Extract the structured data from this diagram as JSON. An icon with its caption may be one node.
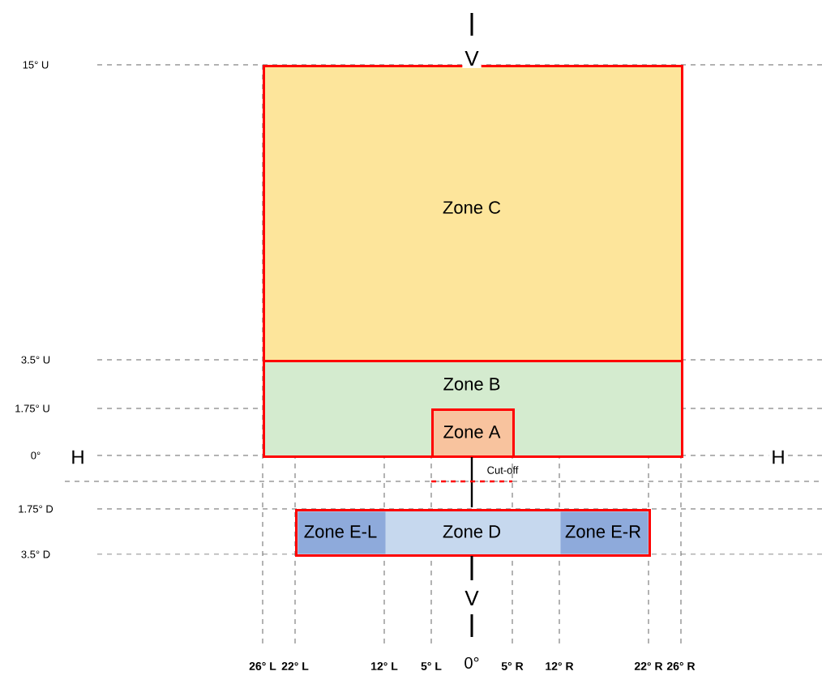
{
  "diagram": {
    "nodes": [
      {
        "text": [
          "Zone C"
        ]
      },
      {
        "text": [
          "Zone B"
        ]
      },
      {
        "text": [
          "Zone A"
        ],
        "in": 1
      },
      {
        "text": [
          "Zone D"
        ]
      },
      {
        "text": [
          "Zone E-L"
        ],
        "in": 3
      },
      {
        "text": [
          "Zone E-R"
        ],
        "in": 3
      }
    ],
    "labels": [
      "V",
      "15° U",
      "3.5° U",
      "1.75° U",
      "0°",
      "H",
      "H",
      "Cut-off",
      "1.75° D",
      "3.5° D",
      "V",
      "26° L",
      "22° L",
      "12° L",
      "5° L",
      "0°",
      "5° R",
      "12° R",
      "22° R",
      "26° R"
    ]
  }
}
